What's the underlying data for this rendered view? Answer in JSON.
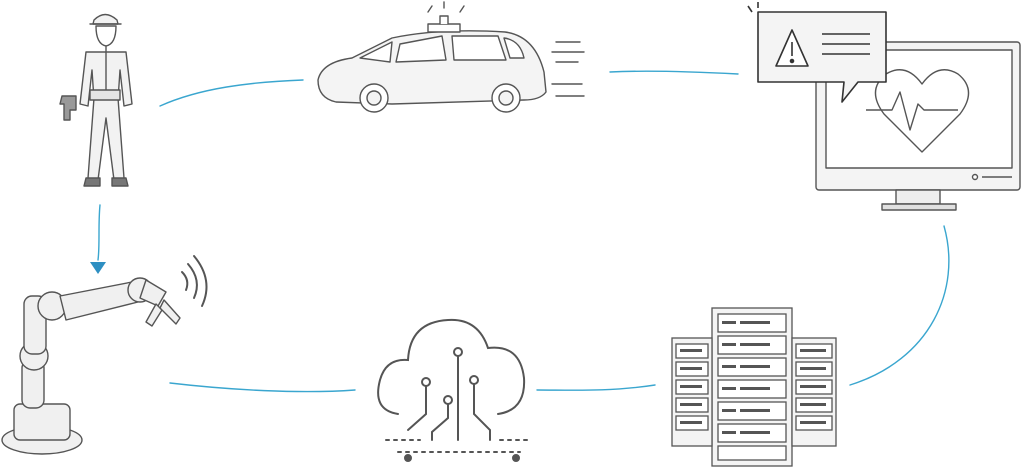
{
  "diagram": {
    "kind": "cycle",
    "nodes": [
      {
        "id": "technician",
        "icon": "technician-icon"
      },
      {
        "id": "vehicle",
        "icon": "autonomous-car-icon"
      },
      {
        "id": "health-monitor",
        "icon": "health-monitor-icon",
        "callout_icon": "warning-icon"
      },
      {
        "id": "server-rack",
        "icon": "server-rack-icon"
      },
      {
        "id": "cloud",
        "icon": "cloud-circuit-icon"
      },
      {
        "id": "robot-arm",
        "icon": "robot-arm-icon",
        "badge_icon": "wireless-signal-icon"
      }
    ],
    "connections": [
      {
        "from": "technician",
        "to": "vehicle"
      },
      {
        "from": "vehicle",
        "to": "health-monitor"
      },
      {
        "from": "health-monitor",
        "to": "server-rack"
      },
      {
        "from": "server-rack",
        "to": "cloud"
      },
      {
        "from": "cloud",
        "to": "robot-arm"
      },
      {
        "from": "robot-arm",
        "to": "technician"
      }
    ],
    "colors": {
      "sketch_stroke": "#555555",
      "sketch_fill": "#f2f2f2",
      "connector": "#3aa6cf",
      "warning_stroke": "#333333"
    }
  }
}
